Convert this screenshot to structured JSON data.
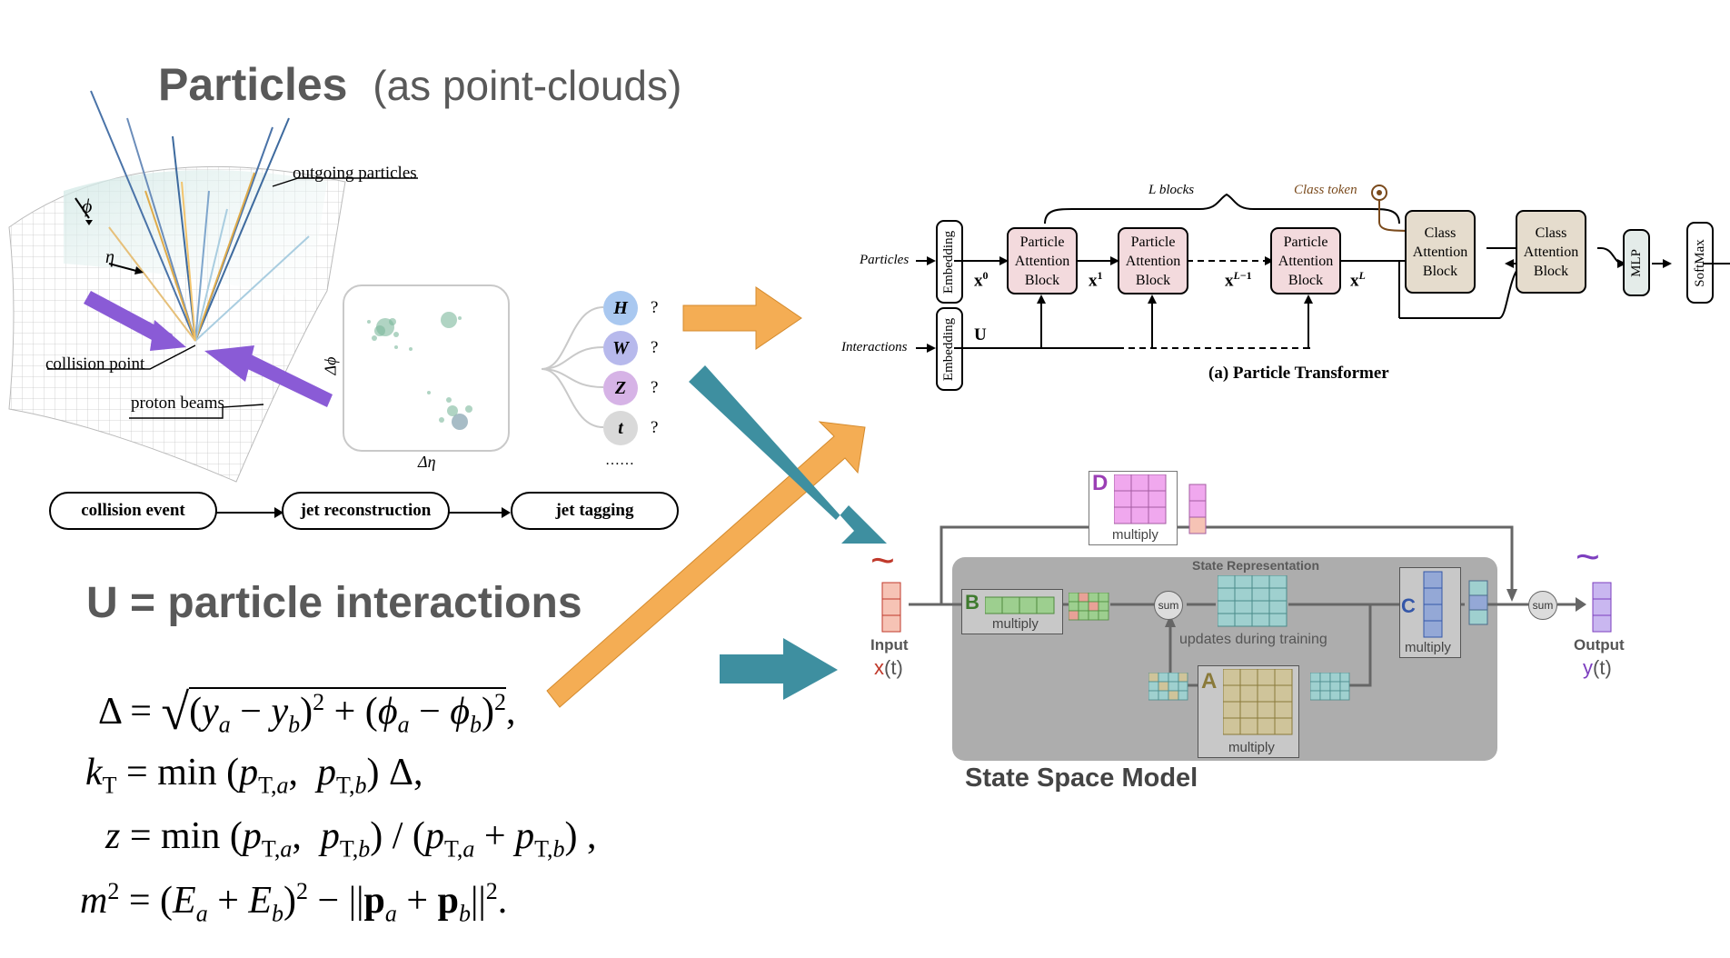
{
  "left": {
    "title_bold": "Particles",
    "title_rest": "(as point-clouds)",
    "labels": {
      "outgoing": "outgoing particles",
      "collision_point": "collision point",
      "proton_beams": "proton beams",
      "phi": "ϕ",
      "eta": "η",
      "delta_phi": "Δϕ",
      "delta_eta": "Δη",
      "dots": "……"
    },
    "tags": [
      {
        "letter": "H",
        "q": "?",
        "color": "#a9c8f0"
      },
      {
        "letter": "W",
        "q": "?",
        "color": "#b7b9ec"
      },
      {
        "letter": "Z",
        "q": "?",
        "color": "#d6b3e6"
      },
      {
        "letter": "t",
        "q": "?",
        "color": "#d9d9d9"
      }
    ],
    "pipeline": [
      "collision event",
      "jet reconstruction",
      "jet tagging"
    ],
    "u_title": "U = particle interactions"
  },
  "transformer": {
    "l_blocks": "L blocks",
    "class_token": "Class token",
    "particles": "Particles",
    "interactions": "Interactions",
    "embedding": "Embedding",
    "block_label": "Particle\nAttention\nBlock",
    "class_block": "Class\nAttention\nBlock",
    "mlp": "MLP",
    "softmax": "SoftMax",
    "u_label": "U",
    "caption": "(a) Particle Transformer"
  },
  "ssm": {
    "title": "State Space Model",
    "state_rep": "State Representation",
    "updates": "updates during training",
    "multiply": "multiply",
    "sum": "sum",
    "input_label": "Input",
    "input_var": "x",
    "input_arg": "(t)",
    "output_label": "Output",
    "output_var": "y",
    "output_arg": "(t)",
    "letters": {
      "A": "A",
      "B": "B",
      "C": "C",
      "D": "D"
    },
    "colors": {
      "A": "#cfc49a",
      "B": "#9dcf8f",
      "C": "#94a8d6",
      "D": "#f0a8ee",
      "state": "#9fd0cf",
      "input": "#f6c3b5",
      "output": "#c9b7f0"
    }
  },
  "colors": {
    "orange_arrow": "#f4ad54",
    "teal_arrow": "#3e8fa0"
  }
}
